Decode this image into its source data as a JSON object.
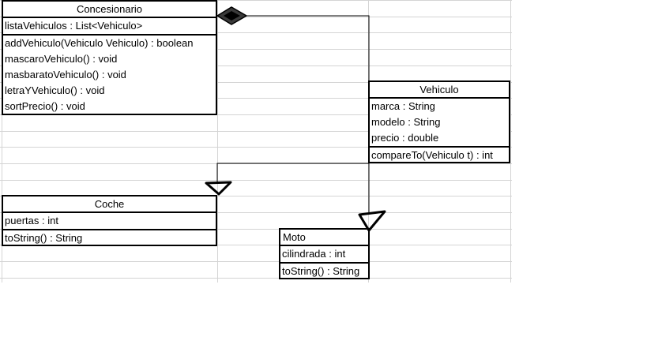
{
  "classes": {
    "concesionario": {
      "name": "Concesionario",
      "attributes": [
        "listaVehiculos : List<Vehiculo>"
      ],
      "methods": [
        "addVehiculo(Vehiculo Vehiculo) : boolean",
        "mascaroVehiculo() : void",
        "masbaratoVehiculo() : void",
        "letraYVehiculo() : void",
        "sortPrecio() : void"
      ]
    },
    "vehiculo": {
      "name": "Vehiculo",
      "attributes": [
        "marca : String",
        "modelo : String",
        "precio : double"
      ],
      "methods": [
        "compareTo(Vehiculo t) : int"
      ]
    },
    "coche": {
      "name": "Coche",
      "attributes": [
        "puertas : int"
      ],
      "methods": [
        "toString() : String"
      ]
    },
    "moto": {
      "name": "Moto",
      "attributes": [
        "cilindrada : int"
      ],
      "methods": [
        "toString() : String"
      ]
    }
  },
  "colors": {
    "grid": "#d4d4d4",
    "line": "#000000",
    "diamond": "#3a3a3a"
  }
}
